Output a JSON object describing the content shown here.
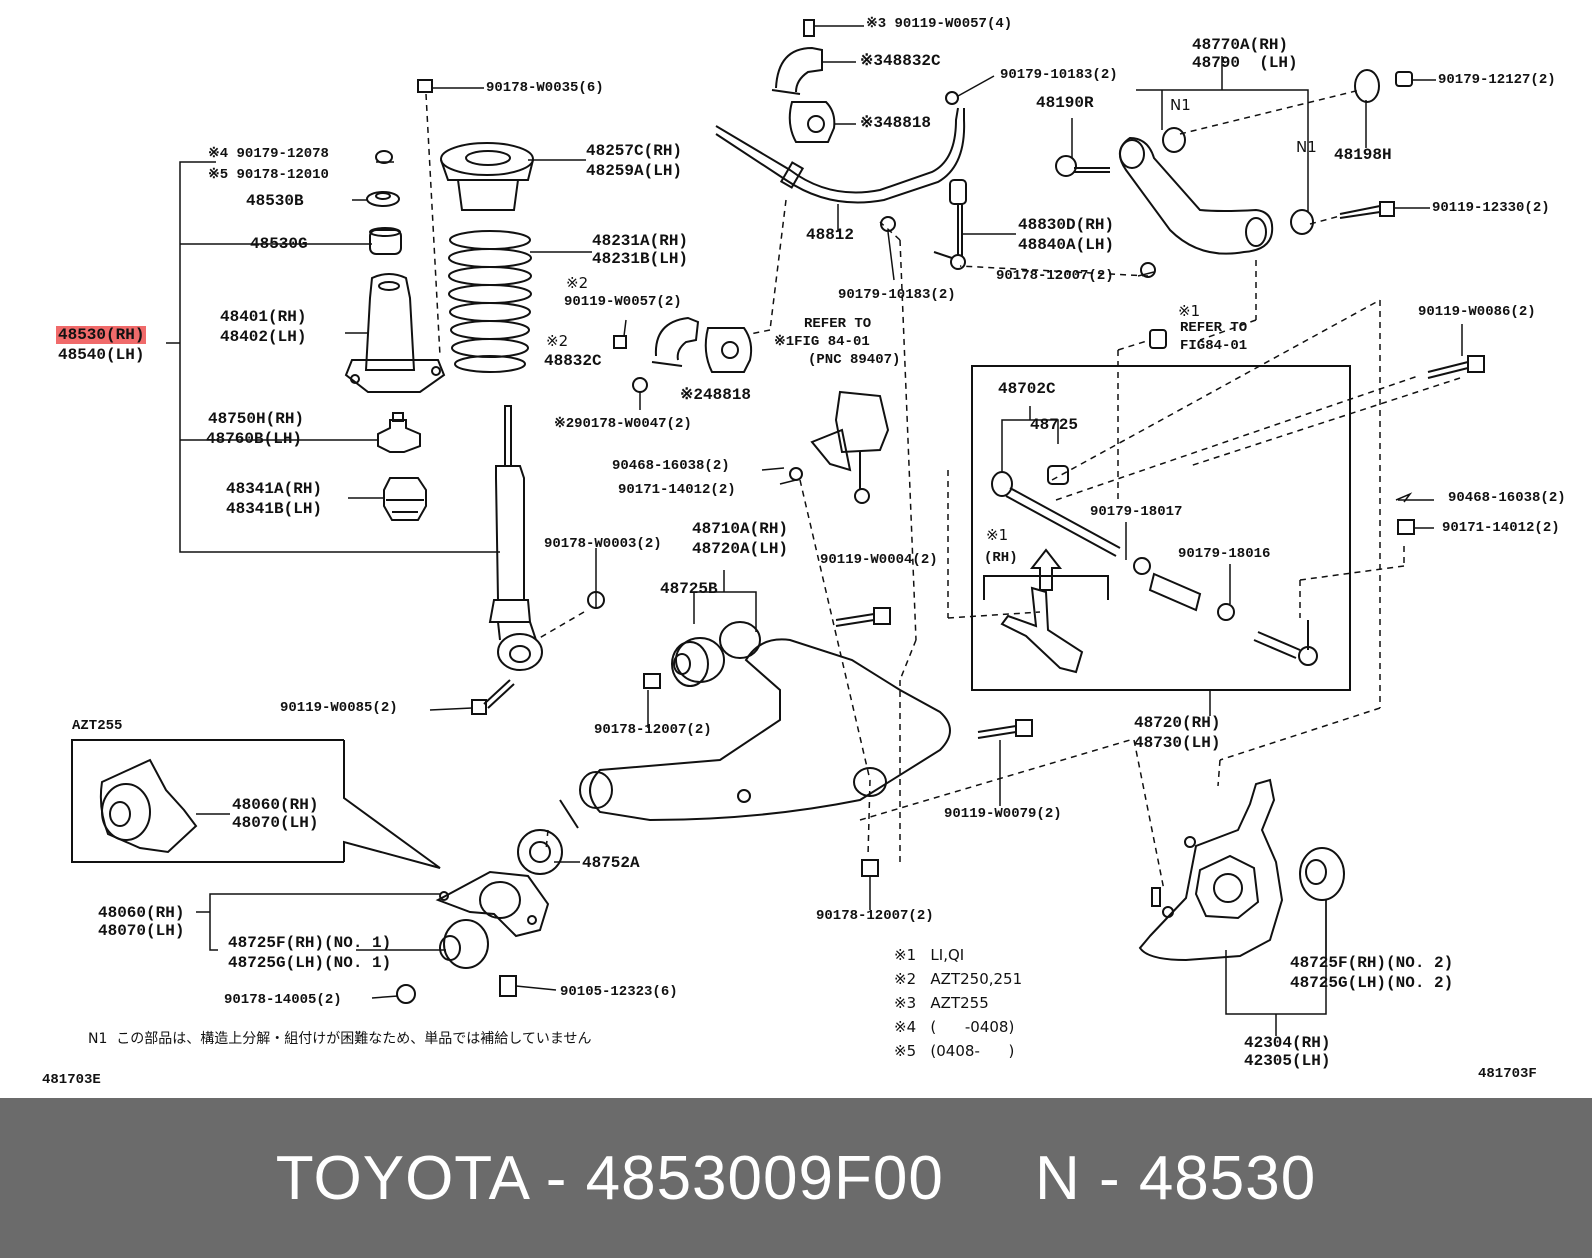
{
  "labels": {
    "l_90119_W0057_4": "※3 90119-W0057(4)",
    "l_48832C_3": "※348832C",
    "l_48818_3": "※348818",
    "l_90179_10183_2a": "90179-10183(2)",
    "l_48770A": "48770A(RH)",
    "l_48790": "48790  (LH)",
    "l_90179_12127": "90179-12127(2)",
    "l_48190R": "48190R",
    "l_N1a": "N1",
    "l_N1b": "N1",
    "l_48198H": "48198H",
    "l_90119_12330": "90119-12330(2)",
    "l_90178_W0035": "90178-W0035(6)",
    "l_90179_12078": "※4 90179-12078",
    "l_90178_12010": "※5 90178-12010",
    "l_48257C": "48257C(RH)",
    "l_48259A": "48259A(LH)",
    "l_48530B": "48530B",
    "l_48530G": "48530G",
    "l_48231A": "48231A(RH)",
    "l_48231B": "48231B(LH)",
    "l_48812": "48812",
    "l_48830D": "48830D(RH)",
    "l_48840A": "48840A(LH)",
    "l_90178_12007_top": "90178-12007(2)",
    "l_90179_10183_2b": "90179-10183(2)",
    "l_x2a": "※2",
    "l_90119_W0057_2": "90119-W0057(2)",
    "l_48530": "48530(RH)",
    "l_48540": "48540(LH)",
    "l_48401": "48401(RH)",
    "l_48402": "48402(LH)",
    "l_x2b": "※2",
    "l_48832C_2": "48832C",
    "l_48818_2": "※248818",
    "l_refer1": "REFER TO",
    "l_fig1": "※1FIG 84-01",
    "l_pnc": "(PNC 89407)",
    "l_x1_refer2": "※1",
    "l_refer2": "REFER TO",
    "l_fig2": "FIG84-01",
    "l_90119_W0086": "90119-W0086(2)",
    "l_90178_W0047": "※290178-W0047(2)",
    "l_48750H": "48750H(RH)",
    "l_48760B": "48760B(LH)",
    "l_48702C": "48702C",
    "l_48725": "48725",
    "l_90468_16038a": "90468-16038(2)",
    "l_90171_14012a": "90171-14012(2)",
    "l_48341A": "48341A(RH)",
    "l_48341B": "48341B(LH)",
    "l_90468_16038b": "90468-16038(2)",
    "l_90179_18017": "90179-18017",
    "l_90171_14012b": "90171-14012(2)",
    "l_48710A": "48710A(RH)",
    "l_48720A": "48720A(LH)",
    "l_90178_W0003": "90178-W0003(2)",
    "l_x1_rh": "※1",
    "l_rh": "(RH)",
    "l_90179_18016": "90179-18016",
    "l_90119_W0004": "90119-W0004(2)",
    "l_48725B": "48725B",
    "l_90119_W0085": "90119-W0085(2)",
    "l_90178_12007_mid": "90178-12007(2)",
    "l_48720": "48720(RH)",
    "l_48730": "48730(LH)",
    "l_azt255": "AZT255",
    "l_48060a": "48060(RH)",
    "l_48070a": "48070(LH)",
    "l_90119_W0079": "90119-W0079(2)",
    "l_48752A": "48752A",
    "l_48060b": "48060(RH)",
    "l_48070b": "48070(LH)",
    "l_90178_12007_bot": "90178-12007(2)",
    "l_48725F": "48725F(RH)(NO. 1)",
    "l_48725G": "48725G(LH)(NO. 1)",
    "l_48725F2": "48725F(RH)(NO. 2)",
    "l_48725G2": "48725G(LH)(NO. 2)",
    "l_90178_14005": "90178-14005(2)",
    "l_90105_12323": "90105-12323(6)",
    "l_42304": "42304(RH)",
    "l_42305": "42305(LH)",
    "l_481703E": "481703E",
    "l_481703F": "481703F"
  },
  "legend": {
    "x1": "※1   LI,QI",
    "x2": "※2   AZT250,251",
    "x3": "※3   AZT255",
    "x4": "※4   (      -0408)",
    "x5": "※5   (0408-      )"
  },
  "note_n1": "N1  この部品は、構造上分解・組付けが困難なため、単品では補給していません",
  "footer": {
    "text": "TOYOTA - 4853009F00     N - 48530"
  },
  "colors": {
    "highlight": "#f06a6a",
    "footer_bg": "#6b6b6b",
    "line": "#111111"
  }
}
